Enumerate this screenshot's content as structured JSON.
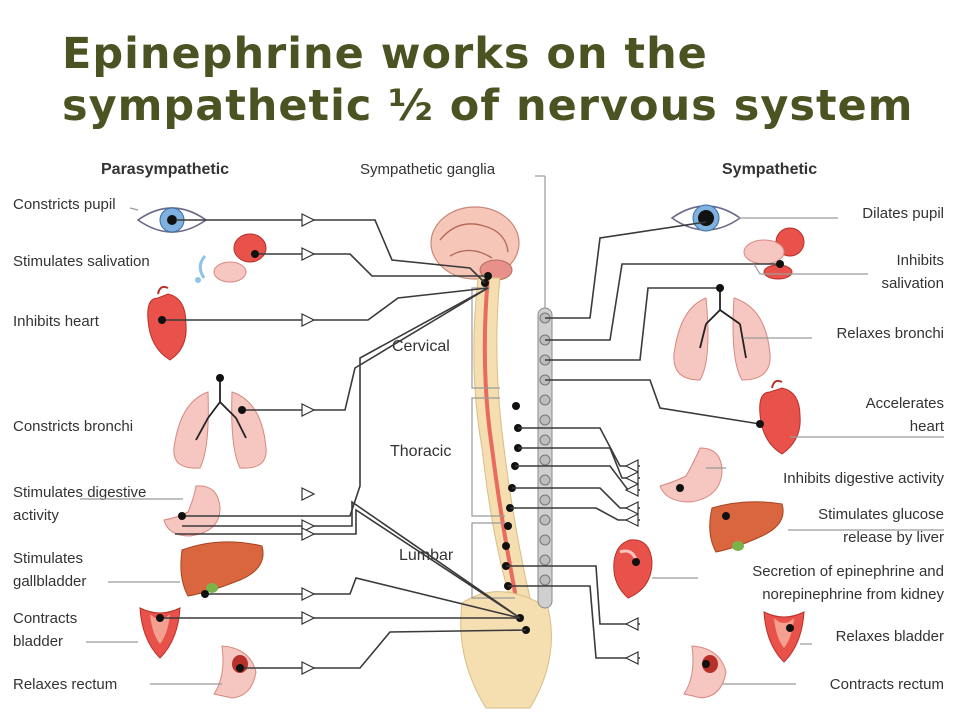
{
  "title": "Epinephrine works on the sympathetic ½ of nervous system",
  "diagram": {
    "headings": {
      "left": "Parasympathetic",
      "center": "Sympathetic ganglia",
      "right": "Sympathetic"
    },
    "regions": {
      "cervical": "Cervical",
      "thoracic": "Thoracic",
      "lumbar": "Lumbar"
    },
    "parasympathetic": {
      "pupil": "Constricts pupil",
      "salivation": "Stimulates salivation",
      "heart": "Inhibits heart",
      "bronchi": "Constricts bronchi",
      "digestive_1": "Stimulates digestive",
      "digestive_2": "activity",
      "gallbladder_1": "Stimulates",
      "gallbladder_2": "gallbladder",
      "bladder_1": "Contracts",
      "bladder_2": "bladder",
      "rectum": "Relaxes rectum"
    },
    "sympathetic": {
      "pupil": "Dilates pupil",
      "salivation_1": "Inhibits",
      "salivation_2": "salivation",
      "bronchi": "Relaxes bronchi",
      "heart_1": "Accelerates",
      "heart_2": "heart",
      "digestive": "Inhibits digestive activity",
      "glucose_1": "Stimulates glucose",
      "glucose_2": "release by liver",
      "kidney_1": "Secretion of epinephrine and",
      "kidney_2": "norepinephrine from kidney",
      "bladder": "Relaxes bladder",
      "rectum": "Contracts rectum"
    }
  }
}
